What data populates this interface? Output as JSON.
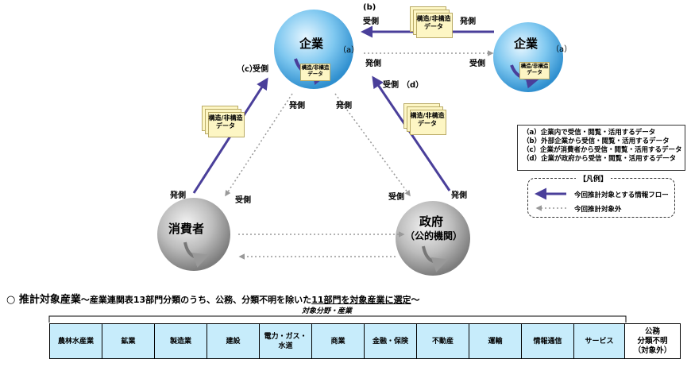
{
  "nodes": {
    "kigyo_main": "企業",
    "kigyo_right": "企業",
    "consumer": "消費者",
    "gov_line1": "政府",
    "gov_line2": "（公的機関）"
  },
  "labels": {
    "a_main": "（a）",
    "a_right": "（a）",
    "b": "(b)",
    "c": "（c）",
    "d": "（d）",
    "send": "発側",
    "recv": "受側"
  },
  "doc_label_line1": "構造/非構造",
  "doc_label_line2": "データ",
  "legend": {
    "items": [
      "（a）企業内で受信・閲覧・活用するデータ",
      "（b）外部企業から受信・閲覧・活用するデータ",
      "（c）企業が消費者から受信・閲覧・活用するデータ",
      "（d）企業が政府から受信・閲覧・活用するデータ"
    ],
    "title": "【凡例】",
    "flow_solid": "今回推計対象とする情報フロー",
    "flow_dotted": "今回推計対象外"
  },
  "heading": {
    "prefix": "○ 推計対象産業",
    "middle": "～産業連関表13部門分類のうち、公務、分類不明を除いた",
    "underlined": "11部門を対象産業に選定",
    "suffix": "～"
  },
  "subheading": "対象分野・産業",
  "industries": [
    "農林水産業",
    "鉱業",
    "製造業",
    "建設",
    "電力・ガス・水道",
    "商業",
    "金融・保険",
    "不動産",
    "運輸",
    "情報通信",
    "サービス"
  ],
  "excluded": [
    "公務",
    "分類不明",
    "（対象外）"
  ],
  "colors": {
    "solid_arrow": "#4a3f9a",
    "dotted_arrow": "#999999",
    "sphere_blue": "#5ab4e8",
    "sphere_gray": "#b0b0b0",
    "table_fill": "#c7ecfb",
    "doc_fill": "#fdf6c4"
  }
}
